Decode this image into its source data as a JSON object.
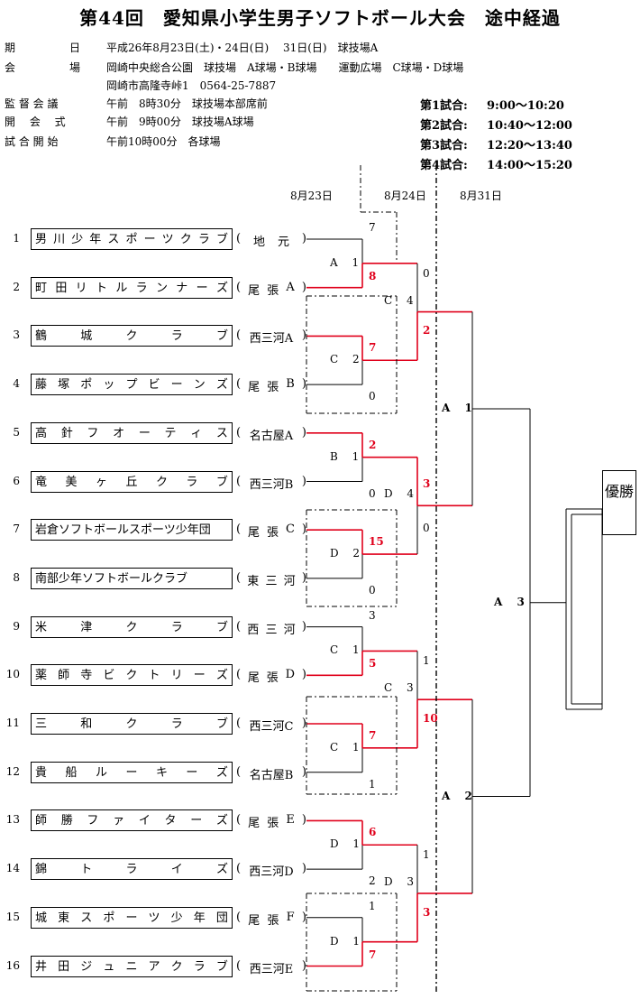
{
  "title": "第44回　愛知県小学生男子ソフトボール大会　途中経過",
  "info": {
    "date_label": "期　　　　　日",
    "date_value": "平成26年8月23日(土)・24日(日)　 31日(日)　球技場A",
    "venue_label": "会　　　　　場",
    "venue_value": "岡崎中央総合公園　球技場　A球場・B球場　　運動広場　C球場・D球場",
    "venue_addr": "岡崎市高隆寺峠1　0564-25-7887",
    "meeting_label": "監 督 会 議",
    "meeting_value": "午前　8時30分　球技場本部席前",
    "opening_label": "開　 会　 式",
    "opening_value": "午前　9時00分　球技場A球場",
    "start_label": "試 合 開 始",
    "start_value": "午前10時00分　各球場"
  },
  "schedule": [
    {
      "label": "第1試合:",
      "time": "9:00～10:20"
    },
    {
      "label": "第2試合:",
      "time": "10:40～12:00"
    },
    {
      "label": "第3試合:",
      "time": "12:20～13:40"
    },
    {
      "label": "第4試合:",
      "time": "14:00～15:20"
    }
  ],
  "days": [
    "8月23日",
    "8月24日",
    "8月31日"
  ],
  "teams": [
    {
      "no": "1",
      "name": [
        "男",
        "川",
        "少",
        "年",
        "ス",
        "ポ",
        "ー",
        "ツ",
        "ク",
        "ラ",
        "ブ"
      ],
      "region": [
        "(",
        "地",
        "元",
        ")"
      ]
    },
    {
      "no": "2",
      "name": [
        "町",
        "田",
        "リ",
        "ト",
        "ル",
        "ラ",
        "ン",
        "ナ",
        "ー",
        "ズ"
      ],
      "region": [
        "(",
        "尾",
        "張",
        "A",
        ")"
      ]
    },
    {
      "no": "3",
      "name": [
        "鶴",
        "城",
        "ク",
        "ラ",
        "ブ"
      ],
      "region": [
        "(",
        "西三河A",
        ")"
      ]
    },
    {
      "no": "4",
      "name": [
        "藤",
        "塚",
        "ポ",
        "ッ",
        "プ",
        "ビ",
        "ー",
        "ン",
        "ズ"
      ],
      "region": [
        "(",
        "尾",
        "張",
        "B",
        ")"
      ]
    },
    {
      "no": "5",
      "name": [
        "高",
        "針",
        "フ",
        "オ",
        "ー",
        "テ",
        "ィ",
        "ス"
      ],
      "region": [
        "(",
        "名古屋A",
        ")"
      ]
    },
    {
      "no": "6",
      "name": [
        "竜",
        "美",
        "ヶ",
        "丘",
        "ク",
        "ラ",
        "ブ"
      ],
      "region": [
        "(",
        "西三河B",
        ")"
      ]
    },
    {
      "no": "7",
      "name": [
        "岩倉ソフトボールスポーツ少年団"
      ],
      "region": [
        "(",
        "尾",
        "張",
        "C",
        ")"
      ]
    },
    {
      "no": "8",
      "name": [
        "南部少年ソフトボールクラブ"
      ],
      "region": [
        "(",
        "東",
        "三",
        "河",
        ")"
      ]
    },
    {
      "no": "9",
      "name": [
        "米",
        "津",
        "ク",
        "ラ",
        "ブ"
      ],
      "region": [
        "(",
        "西",
        "三",
        "河",
        ")"
      ]
    },
    {
      "no": "10",
      "name": [
        "薬",
        "師",
        "寺",
        "ビ",
        "ク",
        "ト",
        "リ",
        "ー",
        "ズ"
      ],
      "region": [
        "(",
        "尾",
        "張",
        "D",
        ")"
      ]
    },
    {
      "no": "11",
      "name": [
        "三",
        "和",
        "ク",
        "ラ",
        "ブ"
      ],
      "region": [
        "(",
        "西三河C",
        ")"
      ]
    },
    {
      "no": "12",
      "name": [
        "貴",
        "船",
        "ル",
        "ー",
        "キ",
        "ー",
        "ズ"
      ],
      "region": [
        "(",
        "名古屋B",
        ")"
      ]
    },
    {
      "no": "13",
      "name": [
        "師",
        "勝",
        "フ",
        "ァ",
        "イ",
        "タ",
        "ー",
        "ズ"
      ],
      "region": [
        "(",
        "尾",
        "張",
        "E",
        ")"
      ]
    },
    {
      "no": "14",
      "name": [
        "錦",
        "ト",
        "ラ",
        "イ",
        "ズ"
      ],
      "region": [
        "(",
        "西三河D",
        ")"
      ]
    },
    {
      "no": "15",
      "name": [
        "城",
        "東",
        "ス",
        "ポ",
        "ー",
        "ツ",
        "少",
        "年",
        "団"
      ],
      "region": [
        "(",
        "尾",
        "張",
        "F",
        ")"
      ]
    },
    {
      "no": "16",
      "name": [
        "井",
        "田",
        "ジ",
        "ュ",
        "ニ",
        "ア",
        "ク",
        "ラ",
        "ブ"
      ],
      "region": [
        "(",
        "西三河E",
        ")"
      ]
    }
  ],
  "r1": [
    {
      "label": "A 1",
      "top": "7",
      "bottom": "8",
      "winner": "bottom"
    },
    {
      "label": "C 2",
      "top": "7",
      "bottom": "0",
      "winner": "top"
    },
    {
      "label": "B 1",
      "top": "2",
      "bottom": "0",
      "winner": "top"
    },
    {
      "label": "D 2",
      "top": "15",
      "bottom": "0",
      "winner": "top"
    },
    {
      "label": "C 1",
      "top": "3",
      "bottom": "5",
      "winner": "bottom"
    },
    {
      "label": "C 1",
      "top": "7",
      "bottom": "1",
      "winner": "top"
    },
    {
      "label": "D 1",
      "top": "6",
      "bottom": "2",
      "winner": "top"
    },
    {
      "label": "D 1",
      "top": "1",
      "bottom": "7",
      "winner": "bottom"
    }
  ],
  "r2": [
    {
      "label": "C 4",
      "top": "0",
      "bottom": "2",
      "winner": "bottom"
    },
    {
      "label": "D 4",
      "top": "3",
      "bottom": "0",
      "winner": "top"
    },
    {
      "label": "C 3",
      "top": "1",
      "bottom": "10",
      "winner": "bottom"
    },
    {
      "label": "D 3",
      "top": "1",
      "bottom": "3",
      "winner": "bottom"
    }
  ],
  "r3": [
    {
      "label": "A 1"
    },
    {
      "label": "A 2"
    }
  ],
  "final": {
    "label": "A 3"
  },
  "champion": "優勝"
}
